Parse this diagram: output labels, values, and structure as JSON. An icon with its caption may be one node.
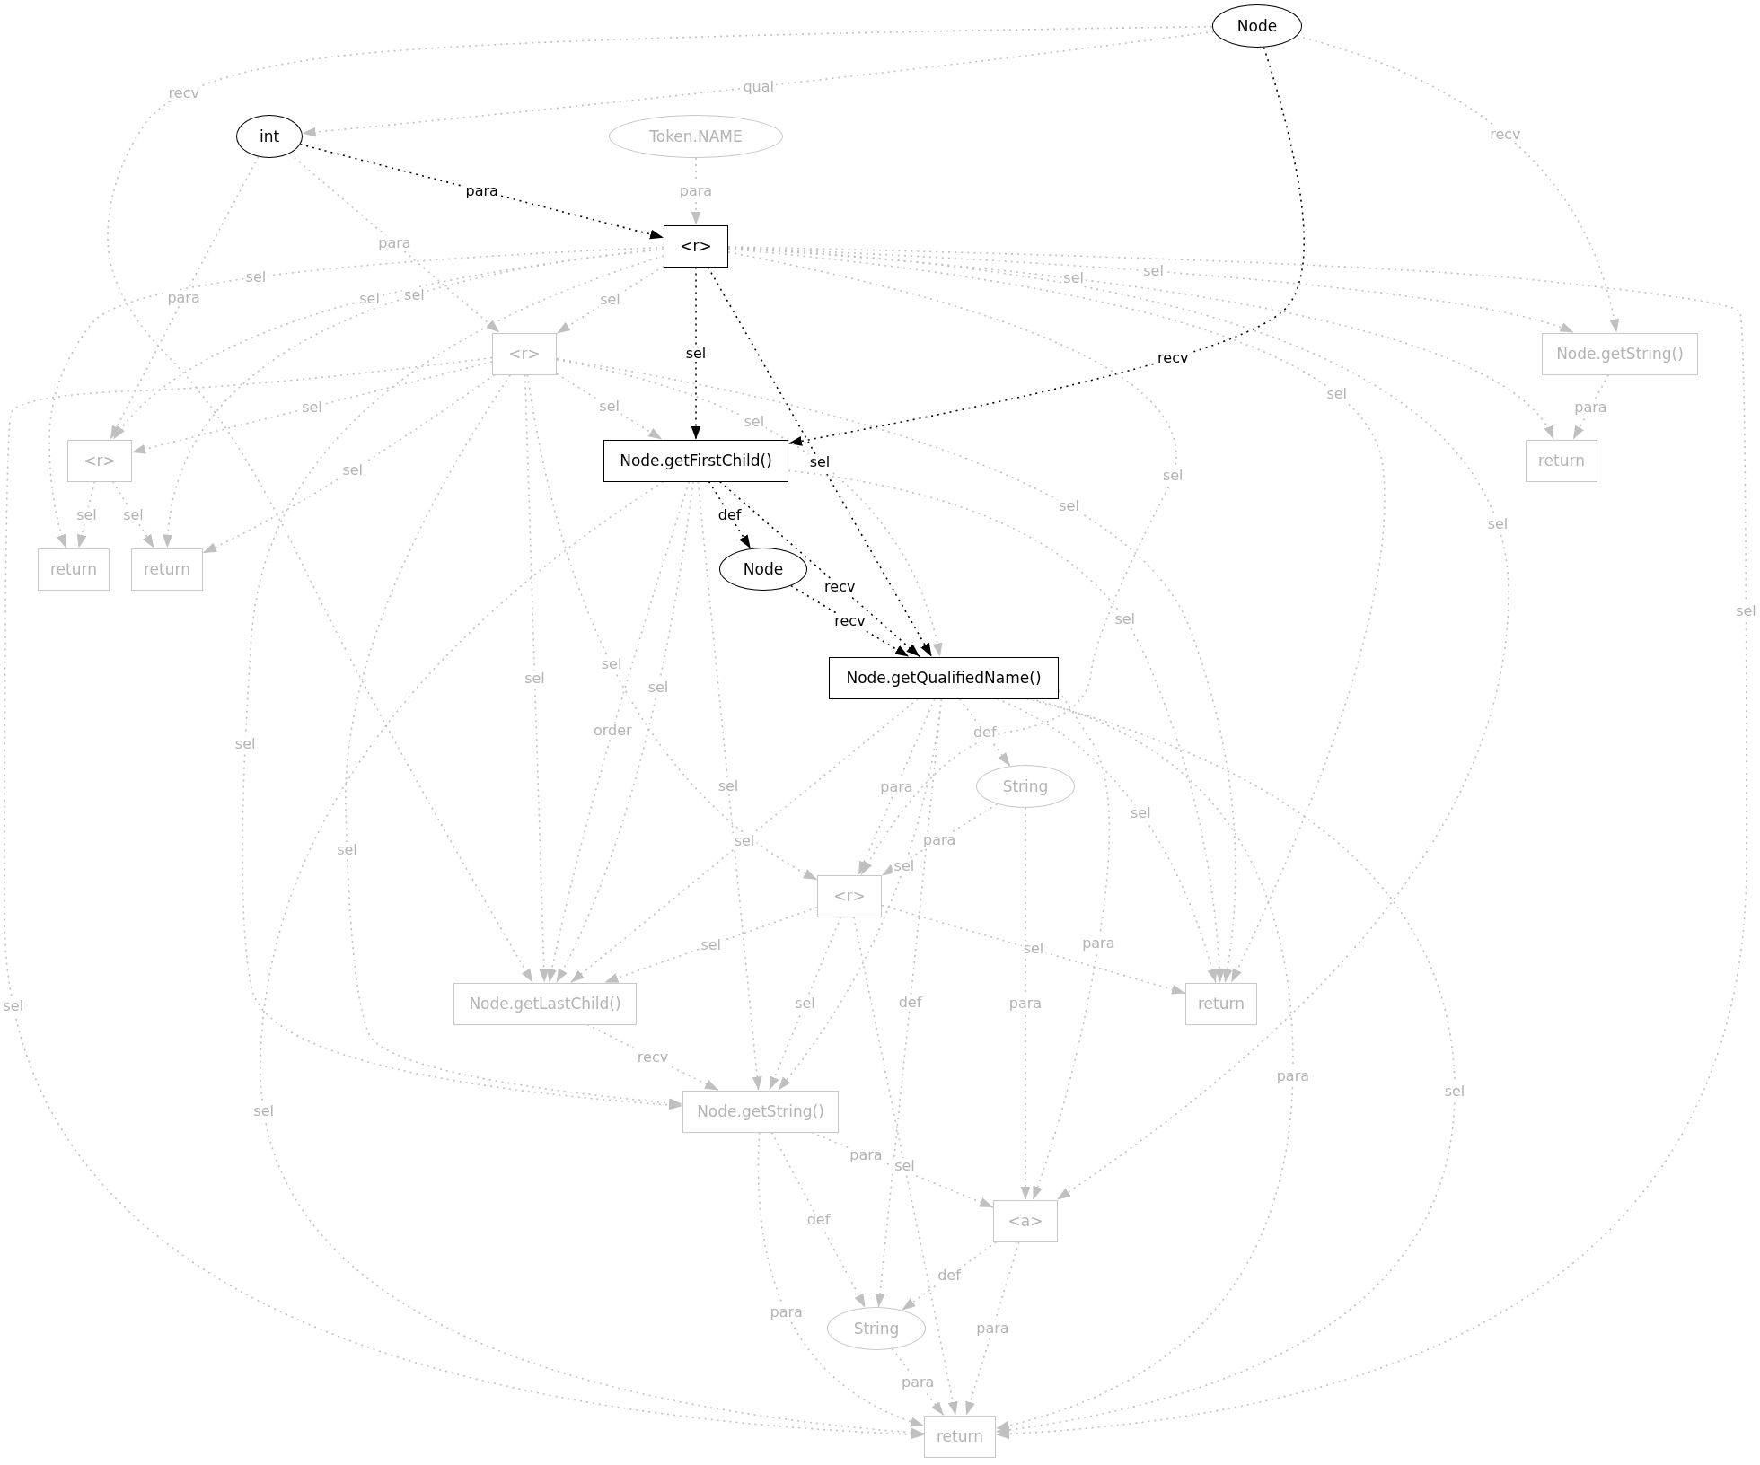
{
  "diagram": {
    "nodes": [
      {
        "text": [
          "Node"
        ]
      },
      {
        "text": [
          "int"
        ]
      },
      {
        "text": [
          "Token.NAME"
        ]
      },
      {
        "text": [
          "<r>"
        ]
      },
      {
        "text": [
          "<r>"
        ]
      },
      {
        "text": [
          "Node.getString()"
        ]
      },
      {
        "text": [
          "<r>"
        ]
      },
      {
        "text": [
          "Node.getFirstChild()"
        ]
      },
      {
        "text": [
          "return"
        ]
      },
      {
        "text": [
          "return"
        ]
      },
      {
        "text": [
          "return"
        ]
      },
      {
        "text": [
          "Node"
        ]
      },
      {
        "text": [
          "Node.getQualifiedName()"
        ]
      },
      {
        "text": [
          "String"
        ]
      },
      {
        "text": [
          "<r>"
        ]
      },
      {
        "text": [
          "Node.getLastChild()"
        ]
      },
      {
        "text": [
          "return"
        ]
      },
      {
        "text": [
          "Node.getString()"
        ]
      },
      {
        "text": [
          "<a>"
        ]
      },
      {
        "text": [
          "String"
        ]
      },
      {
        "text": [
          "return"
        ]
      }
    ],
    "edges": [
      {
        "from": 0,
        "to": 1,
        "arrow": "to",
        "label": "qual"
      },
      {
        "from": 0,
        "to": 7,
        "arrow": "to",
        "label": "recv",
        "color": "#000000"
      },
      {
        "from": 0,
        "to": 5,
        "arrow": "to",
        "label": "recv"
      },
      {
        "from": 0,
        "to": 15,
        "arrow": "to",
        "label": "recv"
      },
      {
        "from": 1,
        "to": 3,
        "arrow": "to",
        "label": "para",
        "color": "#000000"
      },
      {
        "from": 1,
        "to": 4,
        "arrow": "to",
        "label": "para"
      },
      {
        "from": 1,
        "to": 6,
        "arrow": "to",
        "label": "para"
      },
      {
        "from": 2,
        "to": 3,
        "arrow": "to",
        "label": "para"
      },
      {
        "from": 3,
        "to": 7,
        "arrow": "to",
        "label": "sel",
        "color": "#000000"
      },
      {
        "from": 3,
        "to": 12,
        "arrow": "to",
        "label": "sel",
        "color": "#000000"
      },
      {
        "from": 3,
        "to": 4,
        "arrow": "to",
        "label": "sel"
      },
      {
        "from": 3,
        "to": 6,
        "arrow": "to",
        "label": "sel"
      },
      {
        "from": 3,
        "to": 9,
        "arrow": "to",
        "label": "sel"
      },
      {
        "from": 3,
        "to": 10,
        "arrow": "to",
        "label": "sel"
      },
      {
        "from": 3,
        "to": 5,
        "arrow": "to",
        "label": "sel"
      },
      {
        "from": 3,
        "to": 8,
        "arrow": "to",
        "label": "sel"
      },
      {
        "from": 3,
        "to": 16,
        "arrow": "to",
        "label": "sel"
      },
      {
        "from": 3,
        "to": 18,
        "arrow": "to",
        "label": "sel"
      },
      {
        "from": 3,
        "to": 20,
        "arrow": "to",
        "label": "sel"
      },
      {
        "from": 3,
        "to": 17,
        "arrow": "to",
        "label": "sel"
      },
      {
        "from": 3,
        "to": 14,
        "arrow": "to",
        "label": "sel"
      },
      {
        "from": 4,
        "to": 7,
        "arrow": "to",
        "label": "sel"
      },
      {
        "from": 4,
        "to": 6,
        "arrow": "to",
        "label": "sel"
      },
      {
        "from": 4,
        "to": 10,
        "arrow": "to",
        "label": "sel"
      },
      {
        "from": 4,
        "to": 15,
        "arrow": "to",
        "label": "sel"
      },
      {
        "from": 4,
        "to": 14,
        "arrow": "to",
        "label": "sel"
      },
      {
        "from": 4,
        "to": 12,
        "arrow": "to",
        "label": "sel"
      },
      {
        "from": 4,
        "to": 16,
        "arrow": "to",
        "label": "sel"
      },
      {
        "from": 4,
        "to": 20,
        "arrow": "to",
        "label": "sel"
      },
      {
        "from": 4,
        "to": 17,
        "arrow": "to",
        "label": "sel"
      },
      {
        "from": 6,
        "to": 9,
        "arrow": "to",
        "label": "sel"
      },
      {
        "from": 6,
        "to": 10,
        "arrow": "to",
        "label": "sel"
      },
      {
        "from": 5,
        "to": 8,
        "arrow": "to",
        "label": "para"
      },
      {
        "from": 7,
        "to": 11,
        "arrow": "to",
        "label": "def",
        "color": "#000000"
      },
      {
        "from": 7,
        "to": 12,
        "arrow": "to",
        "label": "recv",
        "color": "#000000"
      },
      {
        "from": 11,
        "to": 12,
        "arrow": "to",
        "label": "recv",
        "color": "#000000"
      },
      {
        "from": 7,
        "to": 15,
        "arrow": "to",
        "label": "order"
      },
      {
        "from": 7,
        "to": 15,
        "arrow": "to",
        "label": "sel"
      },
      {
        "from": 7,
        "to": 17,
        "arrow": "to",
        "label": "sel"
      },
      {
        "from": 7,
        "to": 20,
        "arrow": "to",
        "label": "sel"
      },
      {
        "from": 7,
        "to": 16,
        "arrow": "to",
        "label": "sel"
      },
      {
        "from": 12,
        "to": 13,
        "arrow": "to",
        "label": "def"
      },
      {
        "from": 12,
        "to": 14,
        "arrow": "to",
        "label": "para"
      },
      {
        "from": 12,
        "to": 15,
        "arrow": "to",
        "label": "sel"
      },
      {
        "from": 12,
        "to": 17,
        "arrow": "to",
        "label": "sel"
      },
      {
        "from": 12,
        "to": 19,
        "arrow": "to",
        "label": "def"
      },
      {
        "from": 12,
        "to": 18,
        "arrow": "to",
        "label": "para"
      },
      {
        "from": 12,
        "to": 16,
        "arrow": "to",
        "label": "sel"
      },
      {
        "from": 12,
        "to": 20,
        "arrow": "to",
        "label": "para"
      },
      {
        "from": 12,
        "to": 20,
        "arrow": "to",
        "label": "sel"
      },
      {
        "from": 13,
        "to": 14,
        "arrow": "to",
        "label": "para"
      },
      {
        "from": 13,
        "to": 18,
        "arrow": "to",
        "label": "para"
      },
      {
        "from": 14,
        "to": 15,
        "arrow": "to",
        "label": "sel"
      },
      {
        "from": 14,
        "to": 16,
        "arrow": "to",
        "label": "sel"
      },
      {
        "from": 14,
        "to": 17,
        "arrow": "to",
        "label": "sel"
      },
      {
        "from": 14,
        "to": 20,
        "arrow": "to",
        "label": "sel"
      },
      {
        "from": 15,
        "to": 17,
        "arrow": "to",
        "label": "recv"
      },
      {
        "from": 17,
        "to": 18,
        "arrow": "to",
        "label": "para"
      },
      {
        "from": 17,
        "to": 19,
        "arrow": "to",
        "label": "def"
      },
      {
        "from": 17,
        "to": 20,
        "arrow": "to",
        "label": "para"
      },
      {
        "from": 18,
        "to": 19,
        "arrow": "to",
        "label": "def"
      },
      {
        "from": 18,
        "to": 20,
        "arrow": "to",
        "label": "para"
      },
      {
        "from": 19,
        "to": 20,
        "arrow": "to",
        "label": "para"
      }
    ]
  }
}
